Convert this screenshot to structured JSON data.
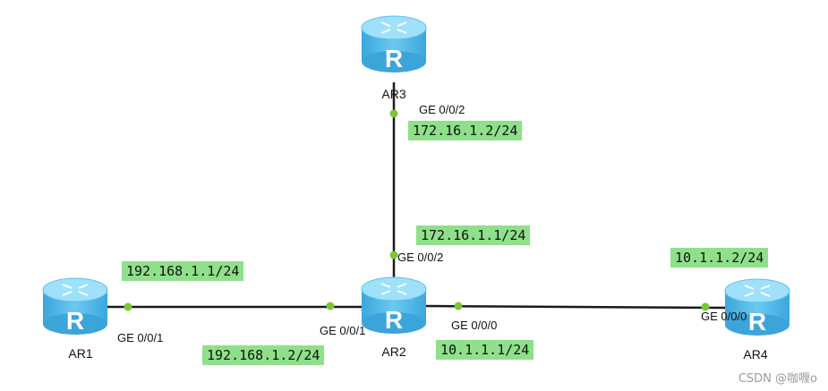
{
  "routers": [
    {
      "id": "ar1",
      "name": "AR1",
      "glyph": "R"
    },
    {
      "id": "ar2",
      "name": "AR2",
      "glyph": "R"
    },
    {
      "id": "ar3",
      "name": "AR3",
      "glyph": "R"
    },
    {
      "id": "ar4",
      "name": "AR4",
      "glyph": "R"
    }
  ],
  "ports": {
    "ar1_ge001": "GE 0/0/1",
    "ar2_ge001": "GE 0/0/1",
    "ar2_ge002": "GE 0/0/2",
    "ar2_ge000": "GE 0/0/0",
    "ar3_ge002": "GE 0/0/2",
    "ar4_ge000": "GE 0/0/0"
  },
  "ips": {
    "ar1_ip": "192.168.1.1/24",
    "ar2_ip_to_ar1": "192.168.1.2/24",
    "ar2_ip_to_ar3": "172.16.1.1/24",
    "ar3_ip": "172.16.1.2/24",
    "ar2_ip_to_ar4": "10.1.1.1/24",
    "ar4_ip": "10.1.1.2/24"
  },
  "colors": {
    "router_body": "#4fb8e8",
    "router_top": "#8ad8f8",
    "link": "#1a1a1a",
    "port_dot": "#7cc43a",
    "ip_label_bg": "#8fe08a"
  },
  "watermark": "CSDN @咖喱o"
}
